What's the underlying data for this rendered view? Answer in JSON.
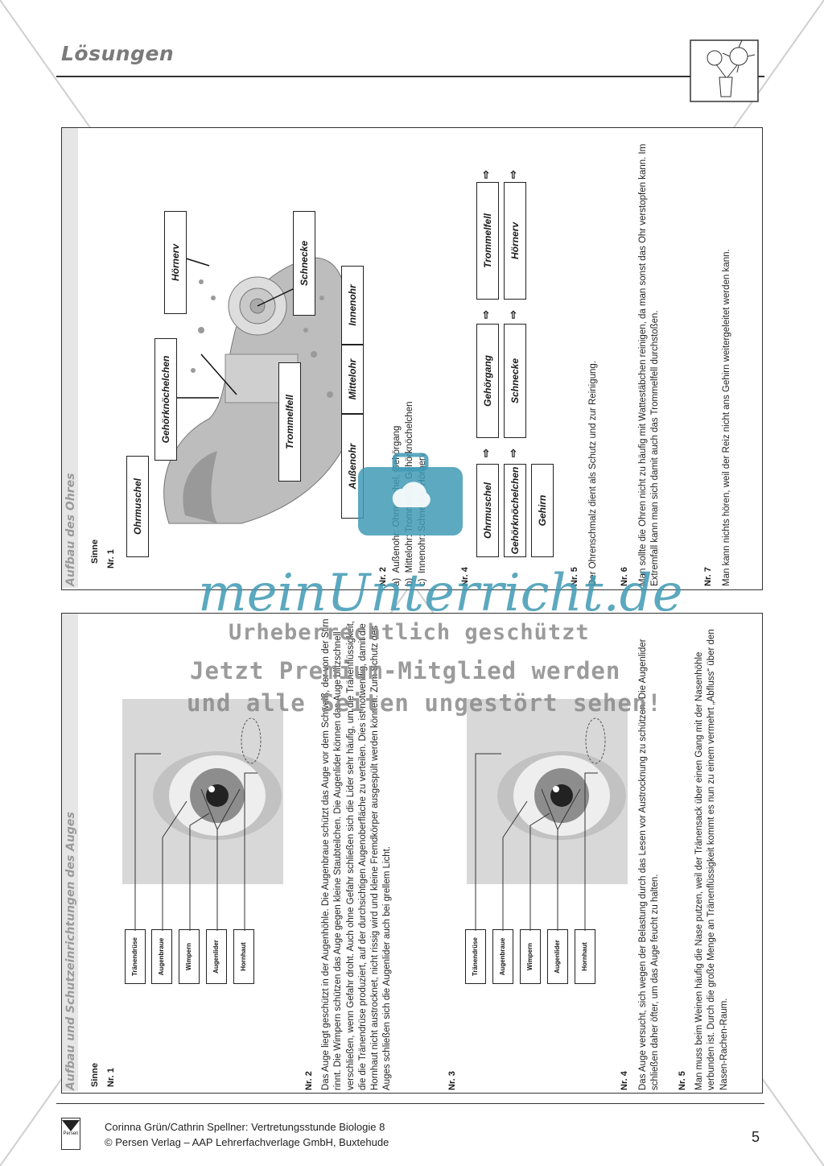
{
  "header": {
    "title": "Lösungen"
  },
  "ear_panel": {
    "heading": "Aufbau des Ohres",
    "topic": "Sinne",
    "nr1": "Nr. 1",
    "diagram_labels": [
      "Ohrmuschel",
      "Gehörknöchelchen",
      "Trommelfell",
      "Hörnerv",
      "Schnecke",
      "Außenohr",
      "Mittelohr",
      "Innenohr"
    ],
    "nr2": "Nr. 2",
    "nr2_items": [
      {
        "letter": "a)",
        "text": "Außenohr: Ohrmuschel, Gehörgang"
      },
      {
        "letter": "b)",
        "text": "Mittelohr: Trommelfell, Gehörknöchelchen"
      },
      {
        "letter": "c)",
        "text": "Innenohr: Schnecke, Hörnerv"
      }
    ],
    "nr4": "Nr. 4",
    "sequence_row1": [
      "Ohrmuschel",
      "Gehörgang",
      "Trommelfell"
    ],
    "sequence_row2": [
      "Gehörknöchelchen",
      "Schnecke",
      "Hörnerv"
    ],
    "sequence_row3": [
      "Gehirn"
    ],
    "arrow": "⇨",
    "nr5": "Nr. 5",
    "nr5_text": "Der Ohrenschmalz dient als Schutz und zur Reinigung.",
    "nr6": "Nr. 6",
    "nr6_text": "Man sollte die Ohren nicht zu häufig mit Wattestäbchen reinigen, da man sonst das Ohr verstopfen kann. Im Extremfall kann man sich damit auch das Trommelfell durchstoßen.",
    "nr7": "Nr. 7",
    "nr7_text": "Man kann nichts hören, weil der Reiz nicht ans Gehirn weitergeleitet werden kann."
  },
  "eye_panel": {
    "heading": "Aufbau und Schutzeinrichtungen des Auges",
    "topic": "Sinne",
    "nr1": "Nr. 1",
    "eye_labels": [
      "Tränendrüse",
      "Augenbraue",
      "Wimpern",
      "Augenlider",
      "Hornhaut"
    ],
    "nr2": "Nr. 2",
    "nr2_text": "Das Auge liegt geschützt in der Augenhöhle. Die Augenbraue schützt das Auge vor dem Schweiß, der von der Stirn rinnt. Die Wimpern schützen das Auge gegen kleine Staubteilchen. Die Augenlider können das Auge blitzschnell verschließen, wenn Gefahr droht. Auch ohne Gefahr schließen sich die Lider sehr häufig, um die Tränenflüssigkeit, die die Tränendrüse produziert, auf der durchsichtigen Augenoberfläche zu verteilen. Dies ist notwendig, damit die Hornhaut nicht austrocknet, nicht rissig wird und kleine Fremdkörper ausgespült werden können. Zum Schutz des Auges schließen sich die Augenlider auch bei grellem Licht.",
    "nr3": "Nr. 3",
    "nr4": "Nr. 4",
    "nr4_text": "Das Auge versucht, sich wegen der Belastung durch das Lesen vor Austrocknung zu schützen. Die Augenlider schließen daher öfter, um das Auge feucht zu halten.",
    "nr5": "Nr. 5",
    "nr5_text": "Man muss beim Weinen häufig die Nase putzen, weil der Tränensack über einen Gang mit der Nasenhöhle verbunden ist. Durch die große Menge an Tränenflüssigkeit kommt es nun zu einem vermehrt „Abfluss“ über den Nasen-Rachen-Raum."
  },
  "watermark": {
    "brand": "meinUnterricht.de",
    "line1": "Urheberrechtlich geschützt",
    "line2": "Jetzt Premium-Mitglied werden",
    "line3": "und alle Seiten ungestört sehen!"
  },
  "footer": {
    "logo": "Persen",
    "line1": "Corinna Grün/Cathrin Spellner: Vertretungsstunde Biologie 8",
    "line2": "© Persen Verlag – AAP Lehrerfachverlage GmbH, Buxtehude",
    "page_number": "5"
  },
  "colors": {
    "watermark_blue": "#3f9ab5",
    "watermark_gray": "#8a8a8a"
  }
}
